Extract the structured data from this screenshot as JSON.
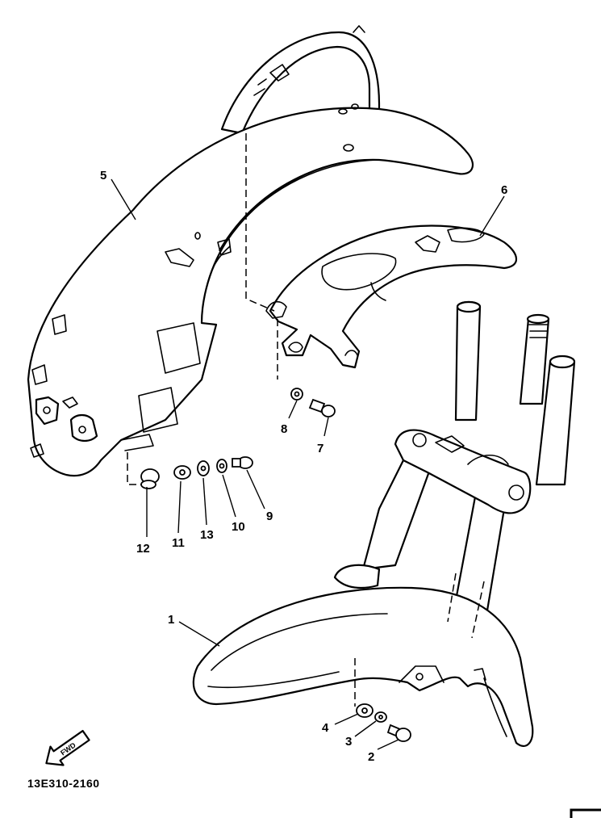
{
  "diagram": {
    "drawing_code": "13E310-2160",
    "fwd_label": "FWD",
    "callouts": [
      {
        "id": "c1",
        "text": "1"
      },
      {
        "id": "c2",
        "text": "2"
      },
      {
        "id": "c3",
        "text": "3"
      },
      {
        "id": "c4",
        "text": "4"
      },
      {
        "id": "c5",
        "text": "5"
      },
      {
        "id": "c6",
        "text": "6"
      },
      {
        "id": "c7",
        "text": "7"
      },
      {
        "id": "c8",
        "text": "8"
      },
      {
        "id": "c9",
        "text": "9"
      },
      {
        "id": "c10",
        "text": "10"
      },
      {
        "id": "c11",
        "text": "11"
      },
      {
        "id": "c12",
        "text": "12"
      },
      {
        "id": "c13",
        "text": "13"
      }
    ]
  }
}
